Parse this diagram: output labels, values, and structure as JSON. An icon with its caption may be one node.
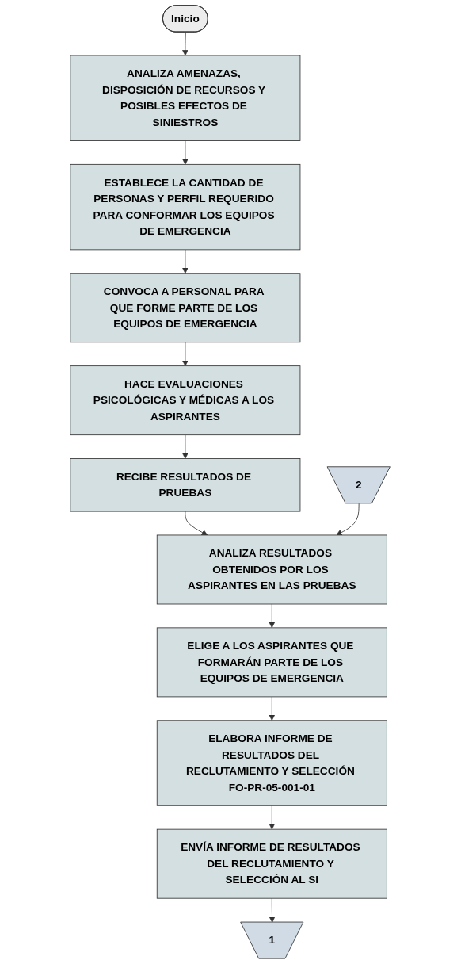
{
  "diagram": {
    "nodes": [
      {
        "text": [
          "Inicio"
        ]
      },
      {
        "text": [
          "ANALIZA AMENAZAS, DISPOSICIÓN DE RECURSOS Y POSIBLES EFECTOS DE SINIESTROS"
        ]
      },
      {
        "text": [
          "ESTABLECE LA CANTIDAD DE PERSONAS Y PERFIL REQUERIDO PARA CONFORMAR LOS EQUIPOS DE EMERGENCIA"
        ]
      },
      {
        "text": [
          "CONVOCA A PERSONAL PARA QUE FORME PARTE DE LOS EQUIPOS DE EMERGENCIA"
        ]
      },
      {
        "text": [
          "HACE EVALUACIONES PSICOLÓGICAS Y MÉDICAS A LOS ASPIRANTES"
        ]
      },
      {
        "text": [
          "RECIBE RESULTADOS DE PRUEBAS"
        ]
      },
      {
        "text": [
          "2"
        ]
      },
      {
        "text": [
          "ANALIZA RESULTADOS OBTENIDOS POR LOS ASPIRANTES EN LAS PRUEBAS"
        ]
      },
      {
        "text": [
          "ELIGE A LOS ASPIRANTES QUE FORMARÁN PARTE DE LOS EQUIPOS DE EMERGENCIA"
        ]
      },
      {
        "text": [
          "ELABORA INFORME DE RESULTADOS DEL RECLUTAMIENTO Y SELECCIÓN FO-PR-05-001-01"
        ]
      },
      {
        "text": [
          "ENVÍA INFORME DE RESULTADOS DEL RECLUTAMIENTO Y SELECCIÓN AL SI"
        ]
      },
      {
        "text": [
          "1"
        ]
      }
    ],
    "edges": [
      {
        "from": 0,
        "to": 1,
        "arrow": "to"
      },
      {
        "from": 1,
        "to": 2,
        "arrow": "to"
      },
      {
        "from": 2,
        "to": 3,
        "arrow": "to"
      },
      {
        "from": 3,
        "to": 4,
        "arrow": "to"
      },
      {
        "from": 4,
        "to": 5,
        "arrow": "to"
      },
      {
        "from": 5,
        "to": 7,
        "arrow": "to"
      },
      {
        "from": 6,
        "to": 7,
        "arrow": "to"
      },
      {
        "from": 7,
        "to": 8,
        "arrow": "to"
      },
      {
        "from": 8,
        "to": 9,
        "arrow": "to"
      },
      {
        "from": 9,
        "to": 10,
        "arrow": "to"
      },
      {
        "from": 10,
        "to": 11,
        "arrow": "to"
      }
    ]
  }
}
